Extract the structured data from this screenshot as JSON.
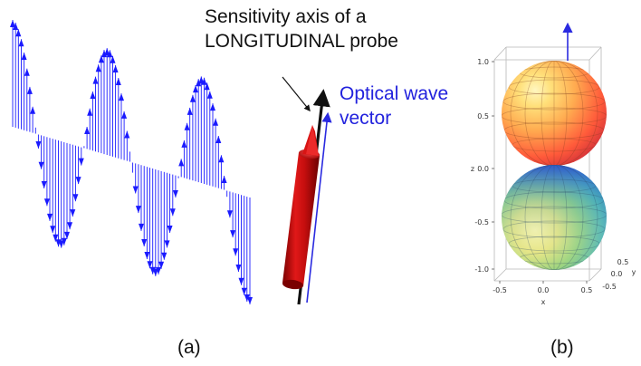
{
  "annotations": {
    "sensitivity_line1": "Sensitivity axis of a",
    "sensitivity_line2": "LONGITUDINAL probe",
    "optical_line1": "Optical wave",
    "optical_line2": "vector"
  },
  "panel_labels": {
    "a": "(a)",
    "b": "(b)"
  },
  "plot3d": {
    "z_label": "z",
    "x_label": "x",
    "y_label": "y",
    "z_ticks": [
      "1.0",
      "0.5",
      "0.0",
      "-0.5",
      "-1.0"
    ],
    "x_ticks": [
      "-0.5",
      "0.0",
      "0.5"
    ],
    "y_ticks": [
      "0.5",
      "0.0",
      "-0.5"
    ]
  },
  "wave": {
    "cycles": 2.5,
    "arrow_count": 84
  },
  "colors": {
    "wave_blue": "#1a1aff",
    "optical_text": "#2222dd",
    "probe_red": "#c80f0f",
    "black": "#111111"
  },
  "icons": [
    "arrow-icon"
  ]
}
